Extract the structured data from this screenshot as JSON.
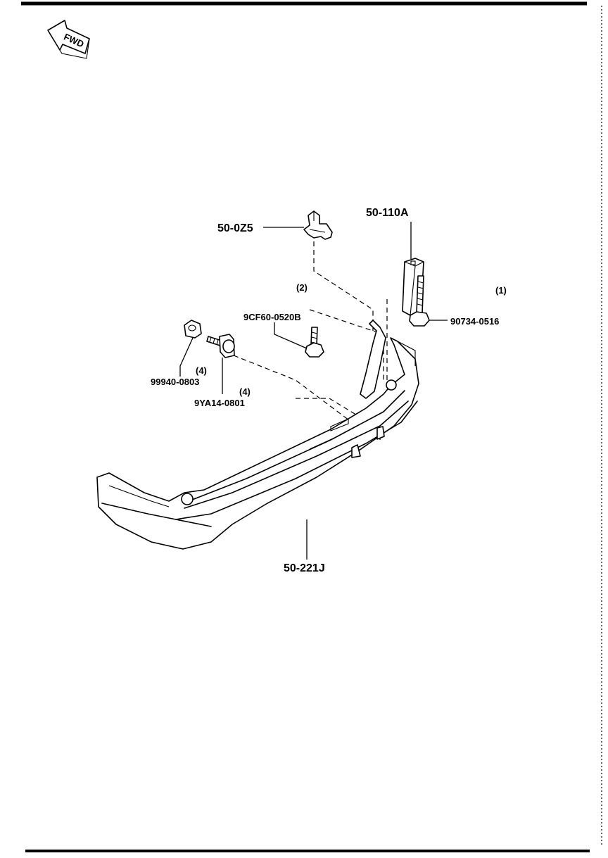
{
  "fwd_indicator": {
    "text": "FWD"
  },
  "parts": {
    "bracket_side": {
      "number": "50-110A"
    },
    "bracket_top": {
      "number": "50-0Z5"
    },
    "bolt_right": {
      "number": "90734-0516",
      "qty": "(1)"
    },
    "bolt_center": {
      "number": "9CF60-0520B",
      "qty": "(2)"
    },
    "nut": {
      "number": "99940-0803",
      "qty": "(4)"
    },
    "stud_bolt": {
      "number": "9YA14-0801",
      "qty": "(4)"
    },
    "bumper": {
      "number": "50-221J"
    }
  }
}
